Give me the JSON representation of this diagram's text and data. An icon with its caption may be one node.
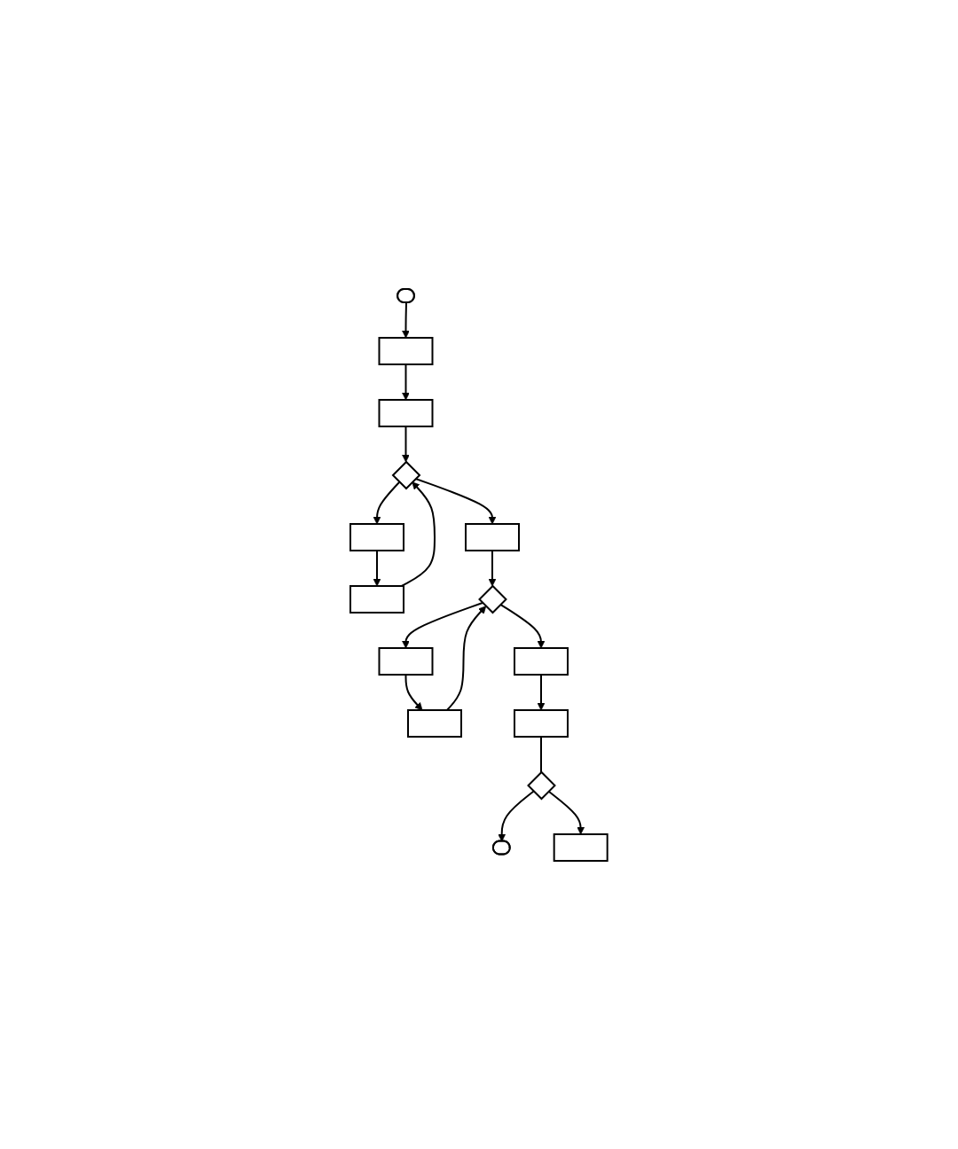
{
  "diagram": {
    "nodes": [
      {
        "text": [],
        "shape": "oval"
      },
      {
        "text": [],
        "shape": "box"
      },
      {
        "text": [],
        "shape": "box"
      },
      {
        "text": [],
        "shape": "diamond"
      },
      {
        "text": [],
        "shape": "box"
      },
      {
        "text": [],
        "shape": "box"
      },
      {
        "text": [],
        "shape": "box"
      },
      {
        "text": [],
        "shape": "diamond"
      },
      {
        "text": [],
        "shape": "box"
      },
      {
        "text": [],
        "shape": "box"
      },
      {
        "text": [],
        "shape": "box"
      },
      {
        "text": [],
        "shape": "box"
      },
      {
        "text": [],
        "shape": "diamond"
      },
      {
        "text": [],
        "shape": "oval"
      },
      {
        "text": [],
        "shape": "box"
      }
    ],
    "edges": [
      {
        "from": 0,
        "to": 1,
        "arrow": "to"
      },
      {
        "from": 1,
        "to": 2,
        "arrow": "to"
      },
      {
        "from": 2,
        "to": 3,
        "arrow": "to"
      },
      {
        "from": 3,
        "to": 4,
        "arrow": "to"
      },
      {
        "from": 4,
        "to": 5,
        "arrow": "to"
      },
      {
        "from": 5,
        "to": 3,
        "arrow": "to"
      },
      {
        "from": 3,
        "to": 6,
        "arrow": "to"
      },
      {
        "from": 6,
        "to": 7,
        "arrow": "to"
      },
      {
        "from": 7,
        "to": 8,
        "arrow": "to"
      },
      {
        "from": 8,
        "to": 9,
        "arrow": "to"
      },
      {
        "from": 9,
        "to": 7,
        "arrow": "to"
      },
      {
        "from": 7,
        "to": 10,
        "arrow": "to"
      },
      {
        "from": 10,
        "to": 11,
        "arrow": "to"
      },
      {
        "from": 11,
        "to": 12,
        "arrow": "none"
      },
      {
        "from": 12,
        "to": 13,
        "arrow": "to"
      },
      {
        "from": 12,
        "to": 14,
        "arrow": "to"
      }
    ]
  }
}
